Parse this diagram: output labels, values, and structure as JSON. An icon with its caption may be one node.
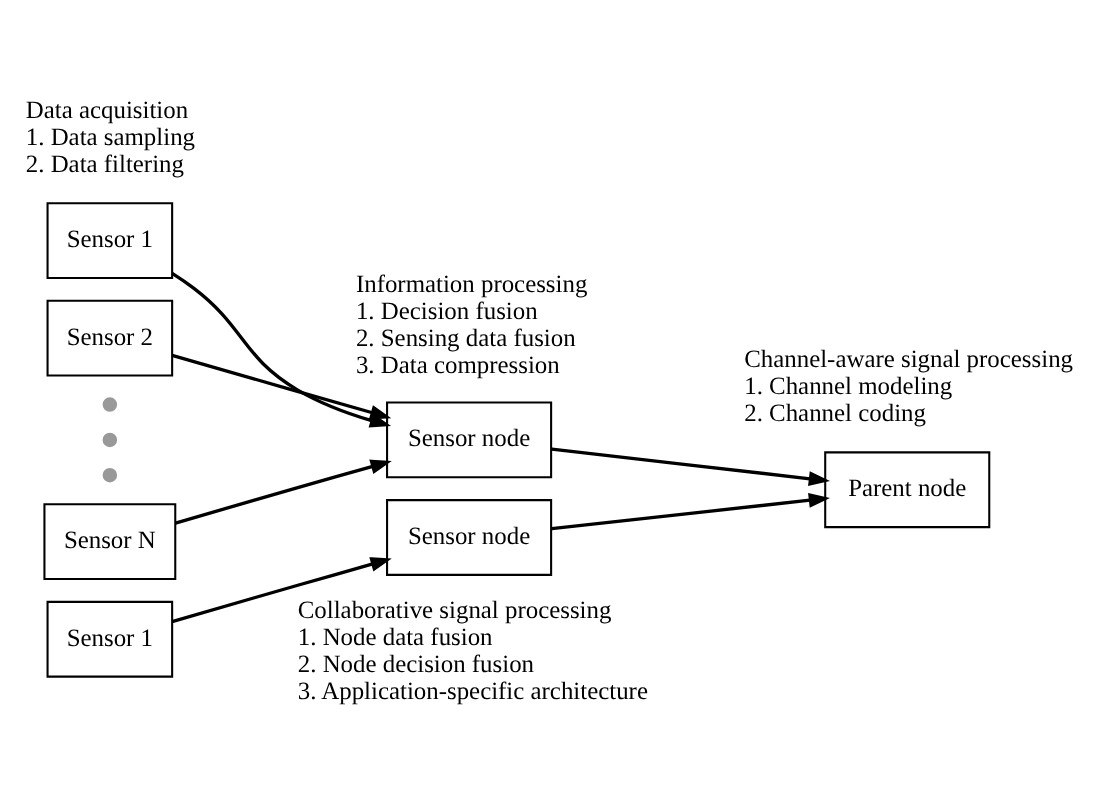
{
  "diagram": {
    "nodes": [
      {
        "text": [
          "Sensor 1"
        ]
      },
      {
        "text": [
          "Sensor 2"
        ]
      },
      {
        "text": [],
        "shape": "circle"
      },
      {
        "text": [],
        "shape": "circle"
      },
      {
        "text": [],
        "shape": "circle"
      },
      {
        "text": [
          "Sensor N"
        ]
      },
      {
        "text": [
          "Sensor node"
        ]
      },
      {
        "text": [
          "Parent node"
        ]
      },
      {
        "text": [
          "Sensor 1"
        ]
      },
      {
        "text": [
          "Sensor node"
        ]
      }
    ],
    "edges": [
      {
        "from": 0,
        "to": 6,
        "arrow": "to"
      },
      {
        "from": 1,
        "to": 6,
        "arrow": "to"
      },
      {
        "from": 5,
        "to": 6,
        "arrow": "to"
      },
      {
        "from": 6,
        "to": 7,
        "arrow": "to"
      },
      {
        "from": 8,
        "to": 9,
        "arrow": "to"
      },
      {
        "from": 9,
        "to": 7,
        "arrow": "to"
      }
    ],
    "labels": [
      "Data acquisition",
      "1. Data sampling",
      "2. Data filtering",
      "Information processing",
      "1. Decision fusion",
      "2. Sensing data fusion",
      "3. Data compression",
      "Channel-aware signal processing",
      "1. Channel modeling",
      "2. Channel coding",
      "Collaborative signal processing",
      "1. Node data fusion",
      "2. Node decision fusion",
      "3. Application-specific architecture"
    ]
  }
}
